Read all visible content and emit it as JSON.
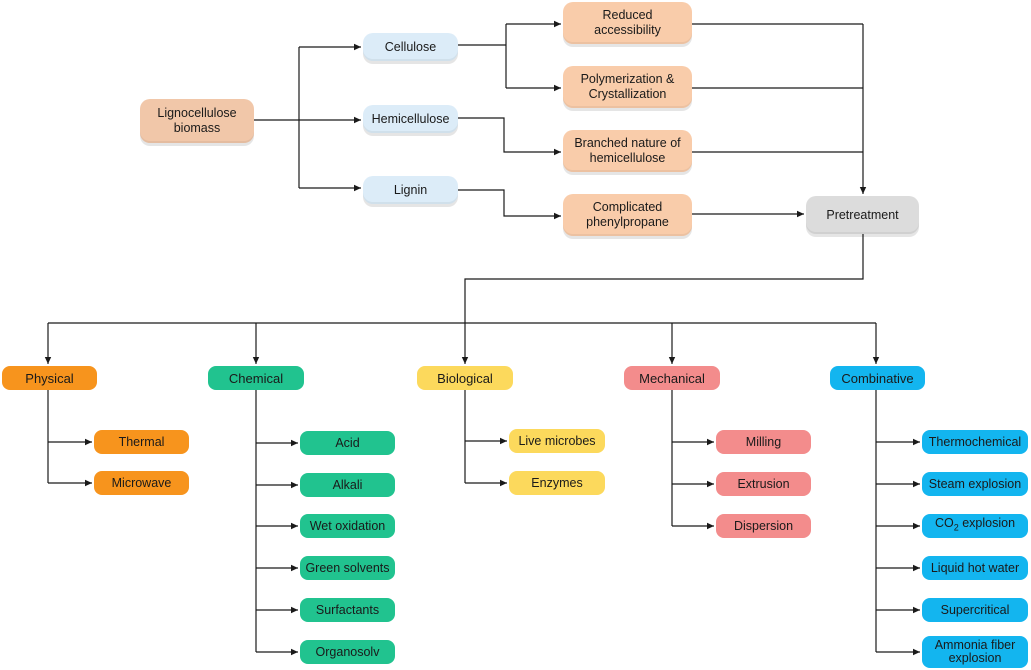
{
  "root": {
    "label": "Lignocellulose\nbiomass"
  },
  "components": [
    {
      "label": "Cellulose"
    },
    {
      "label": "Hemicellulose"
    },
    {
      "label": "Lignin"
    }
  ],
  "barriers": [
    {
      "label": "Reduced\naccessibility"
    },
    {
      "label": "Polymerization &\nCrystallization"
    },
    {
      "label": "Branched nature of\nhemicellulose"
    },
    {
      "label": "Complicated\nphenylpropane"
    }
  ],
  "pretreatment": {
    "label": "Pretreatment"
  },
  "categories": [
    {
      "label": "Physical",
      "color": "#f7941d",
      "leaves": [
        "Thermal",
        "Microwave"
      ]
    },
    {
      "label": "Chemical",
      "color": "#21c38f",
      "leaves": [
        "Acid",
        "Alkali",
        "Wet oxidation",
        "Green solvents",
        "Surfactants",
        "Organosolv"
      ]
    },
    {
      "label": "Biological",
      "color": "#fcd95c",
      "leaves": [
        "Live microbes",
        "Enzymes"
      ]
    },
    {
      "label": "Mechanical",
      "color": "#f38c8c",
      "leaves": [
        "Milling",
        "Extrusion",
        "Dispersion"
      ]
    },
    {
      "label": "Combinative",
      "color": "#13b5ef",
      "leaves": [
        "Thermochemical",
        "Steam explosion",
        "CO2 explosion",
        "Liquid hot water",
        "Supercritical",
        "Ammonia fiber\nexplosion"
      ]
    }
  ],
  "colors": {
    "root": "#f1c7a9",
    "component": "#dcecf8",
    "barrier": "#f9ccaa",
    "pretreatment": "#dcdcdc",
    "line": "#1a1a1a"
  }
}
